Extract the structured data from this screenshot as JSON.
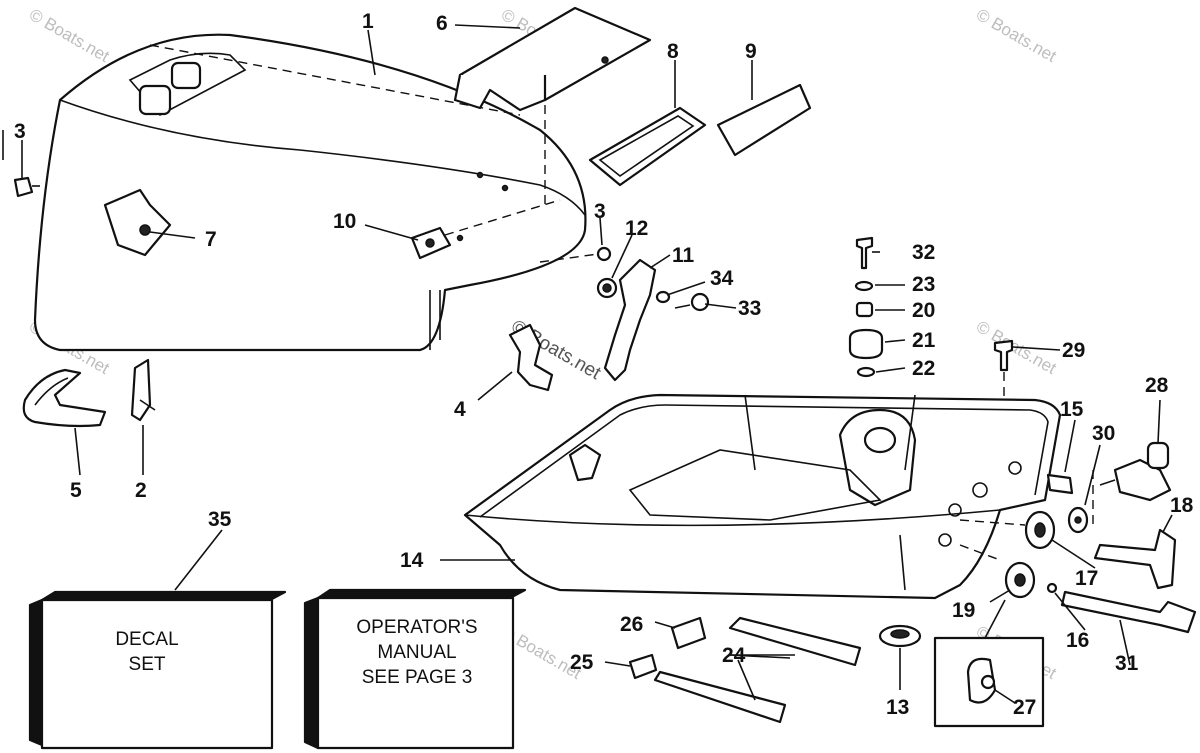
{
  "callouts": [
    {
      "id": "p1",
      "text": "1"
    },
    {
      "id": "p2",
      "text": "2"
    },
    {
      "id": "p3a",
      "text": "3"
    },
    {
      "id": "p3b",
      "text": "3"
    },
    {
      "id": "p4",
      "text": "4"
    },
    {
      "id": "p5",
      "text": "5"
    },
    {
      "id": "p6",
      "text": "6"
    },
    {
      "id": "p7",
      "text": "7"
    },
    {
      "id": "p8",
      "text": "8"
    },
    {
      "id": "p9",
      "text": "9"
    },
    {
      "id": "p10",
      "text": "10"
    },
    {
      "id": "p11",
      "text": "11"
    },
    {
      "id": "p12",
      "text": "12"
    },
    {
      "id": "p13",
      "text": "13"
    },
    {
      "id": "p14",
      "text": "14"
    },
    {
      "id": "p15",
      "text": "15"
    },
    {
      "id": "p16",
      "text": "16"
    },
    {
      "id": "p17",
      "text": "17"
    },
    {
      "id": "p18",
      "text": "18"
    },
    {
      "id": "p19",
      "text": "19"
    },
    {
      "id": "p20",
      "text": "20"
    },
    {
      "id": "p21",
      "text": "21"
    },
    {
      "id": "p22",
      "text": "22"
    },
    {
      "id": "p23",
      "text": "23"
    },
    {
      "id": "p24",
      "text": "24"
    },
    {
      "id": "p25",
      "text": "25"
    },
    {
      "id": "p26",
      "text": "26"
    },
    {
      "id": "p27",
      "text": "27"
    },
    {
      "id": "p28",
      "text": "28"
    },
    {
      "id": "p29",
      "text": "29"
    },
    {
      "id": "p30",
      "text": "30"
    },
    {
      "id": "p31",
      "text": "31"
    },
    {
      "id": "p32",
      "text": "32"
    },
    {
      "id": "p33",
      "text": "33"
    },
    {
      "id": "p34",
      "text": "34"
    },
    {
      "id": "p35",
      "text": "35"
    }
  ],
  "boxes": {
    "decal": {
      "line1": "DECAL",
      "line2": "SET"
    },
    "manual": {
      "line1": "OPERATOR'S",
      "line2": "MANUAL",
      "line3": "SEE PAGE 3"
    }
  },
  "watermark": "© Boats.net",
  "colors": {
    "ink": "#111111",
    "paper": "#ffffff",
    "watermark": "#bdbdbd"
  }
}
